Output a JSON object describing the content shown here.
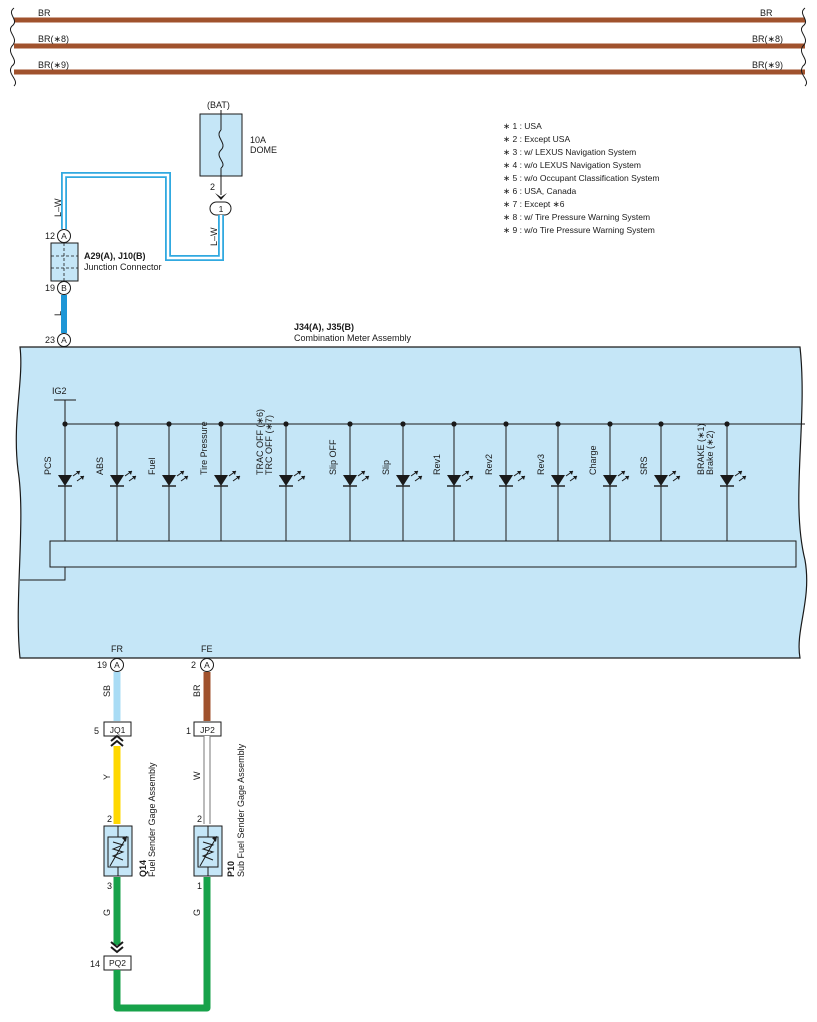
{
  "colors": {
    "br": "#a0522d",
    "meter_fill": "#c5e6f7",
    "lw": "#31a9e0",
    "l": "#1e96d6",
    "sb": "#a9dcf5",
    "y": "#ffd800",
    "w": "#ffffff",
    "g": "#17a24a",
    "ink": "#1a1a1a"
  },
  "top_wires": [
    {
      "label_left": "BR",
      "label_right": "BR"
    },
    {
      "label_left": "BR(∗8)",
      "label_right": "BR(∗8)"
    },
    {
      "label_left": "BR(∗9)",
      "label_right": "BR(∗9)"
    }
  ],
  "fuse": {
    "bat": "(BAT)",
    "rating": "10A",
    "name": "DOME",
    "pin": "2",
    "conn": "1"
  },
  "notes": [
    "∗ 1 : USA",
    "∗ 2 : Except USA",
    "∗ 3 : w/ LEXUS Navigation System",
    "∗ 4 : w/o LEXUS Navigation System",
    "∗ 5 : w/o Occupant Classification System",
    "∗ 6 : USA,  Canada",
    "∗ 7 : Except ∗6",
    "∗ 8 : w/ Tire Pressure Warning System",
    "∗ 9 : w/o Tire Pressure Warning System"
  ],
  "junction": {
    "title": "A29(A), J10(B)",
    "subtitle": "Junction Connector",
    "pin_top": "12",
    "pin_top_conn": "A",
    "pin_bottom": "19",
    "pin_bottom_conn": "B",
    "wire_lw_left": "L–W",
    "wire_lw_right": "L–W",
    "wire_l": "L"
  },
  "meter": {
    "title": "J34(A), J35(B)",
    "subtitle": "Combination Meter Assembly",
    "pin_in": "23",
    "pin_in_conn": "A",
    "pin_in_label": "B",
    "ig2": "IG2",
    "leds": [
      {
        "l1": "PCS",
        "l2": ""
      },
      {
        "l1": "ABS",
        "l2": ""
      },
      {
        "l1": "Fuel",
        "l2": ""
      },
      {
        "l1": "Tire Pressure",
        "l2": ""
      },
      {
        "l1": "TRAC OFF (∗6)",
        "l2": "TRC OFF (∗7)"
      },
      {
        "l1": "Slip OFF",
        "l2": ""
      },
      {
        "l1": "Slip",
        "l2": ""
      },
      {
        "l1": "Rev1",
        "l2": ""
      },
      {
        "l1": "Rev2",
        "l2": ""
      },
      {
        "l1": "Rev3",
        "l2": ""
      },
      {
        "l1": "Charge",
        "l2": ""
      },
      {
        "l1": "SRS",
        "l2": ""
      },
      {
        "l1": "BRAKE (∗1)",
        "l2": "Brake (∗2)"
      }
    ],
    "fr": {
      "label": "FR",
      "pin": "19",
      "conn": "A",
      "wire": "SB"
    },
    "fe": {
      "label": "FE",
      "pin": "2",
      "conn": "A",
      "wire": "BR"
    }
  },
  "sender_main": {
    "jq1_pin": "5",
    "jq1": "JQ1",
    "wire_in": "Y",
    "pin_top": "2",
    "pin_bottom": "3",
    "code": "Q14",
    "name": "Fuel Sender Gage Assembly",
    "wire_out": "G",
    "pq2_pin": "14",
    "pq2": "PQ2"
  },
  "sender_sub": {
    "jp2_pin": "1",
    "jp2": "JP2",
    "wire_in": "W",
    "pin_top": "2",
    "pin_bottom": "1",
    "code": "P10",
    "name": "Sub Fuel Sender Gage Assembly",
    "wire_out": "G"
  }
}
